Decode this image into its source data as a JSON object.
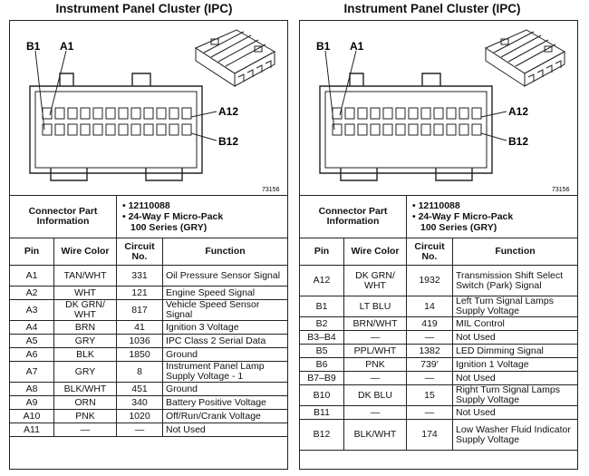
{
  "left": {
    "title": "Instrument Panel Cluster (IPC)",
    "figure": {
      "label_b1": "B1",
      "label_a1": "A1",
      "label_a12": "A12",
      "label_b12": "B12",
      "code": "73156"
    },
    "info_label": "Connector Part Information",
    "info_items": [
      "• 12110088",
      "• 24-Way F Micro-Pack",
      "100 Series (GRY)"
    ],
    "headers": {
      "pin": "Pin",
      "wire": "Wire Color",
      "circuit": "Circuit No.",
      "function": "Function"
    },
    "rows": [
      {
        "pin": "A1",
        "wire": "TAN/WHT",
        "circuit": "331",
        "function": "Oil Pressure Sensor Signal"
      },
      {
        "pin": "A2",
        "wire": "WHT",
        "circuit": "121",
        "function": "Engine Speed Signal"
      },
      {
        "pin": "A3",
        "wire": "DK GRN/ WHT",
        "circuit": "817",
        "function": "Vehicle Speed Sensor Signal"
      },
      {
        "pin": "A4",
        "wire": "BRN",
        "circuit": "41",
        "function": "Ignition 3 Voltage"
      },
      {
        "pin": "A5",
        "wire": "GRY",
        "circuit": "1036",
        "function": "IPC Class 2 Serial Data"
      },
      {
        "pin": "A6",
        "wire": "BLK",
        "circuit": "1850",
        "function": "Ground"
      },
      {
        "pin": "A7",
        "wire": "GRY",
        "circuit": "8",
        "function": "Instrument Panel Lamp Supply Voltage - 1"
      },
      {
        "pin": "A8",
        "wire": "BLK/WHT",
        "circuit": "451",
        "function": "Ground"
      },
      {
        "pin": "A9",
        "wire": "ORN",
        "circuit": "340",
        "function": "Battery Positive Voltage"
      },
      {
        "pin": "A10",
        "wire": "PNK",
        "circuit": "1020",
        "function": "Off/Run/Crank Voltage"
      },
      {
        "pin": "A11",
        "wire": "—",
        "circuit": "—",
        "function": "Not Used"
      }
    ]
  },
  "right": {
    "title": "Instrument Panel Cluster (IPC)",
    "figure": {
      "label_b1": "B1",
      "label_a1": "A1",
      "label_a12": "A12",
      "label_b12": "B12",
      "code": "73156"
    },
    "info_label": "Connector Part Information",
    "info_items": [
      "• 12110088",
      "• 24-Way F Micro-Pack",
      "100 Series (GRY)"
    ],
    "headers": {
      "pin": "Pin",
      "wire": "Wire Color",
      "circuit": "Circuit No.",
      "function": "Function"
    },
    "rows": [
      {
        "pin": "A12",
        "wire": "DK GRN/ WHT",
        "circuit": "1932",
        "function": "Transmission Shift Select Switch (Park) Signal"
      },
      {
        "pin": "B1",
        "wire": "LT BLU",
        "circuit": "14",
        "function": "Left Turn Signal Lamps Supply Voltage"
      },
      {
        "pin": "B2",
        "wire": "BRN/WHT",
        "circuit": "419",
        "function": "MIL Control"
      },
      {
        "pin": "B3–B4",
        "wire": "—",
        "circuit": "—",
        "function": "Not Used"
      },
      {
        "pin": "B5",
        "wire": "PPL/WHT",
        "circuit": "1382",
        "function": "LED Dimming Signal"
      },
      {
        "pin": "B6",
        "wire": "PNK",
        "circuit": "739'",
        "function": "Ignition 1 Voltage"
      },
      {
        "pin": "B7–B9",
        "wire": "—",
        "circuit": "—",
        "function": "Not Used"
      },
      {
        "pin": "B10",
        "wire": "DK BLU",
        "circuit": "15",
        "function": "Right Turn Signal Lamps Supply Voltage"
      },
      {
        "pin": "B11",
        "wire": "—",
        "circuit": "—",
        "function": "Not Used"
      },
      {
        "pin": "B12",
        "wire": "BLK/WHT",
        "circuit": "174",
        "function": "Low Washer Fluid Indicator Supply Voltage"
      }
    ]
  }
}
